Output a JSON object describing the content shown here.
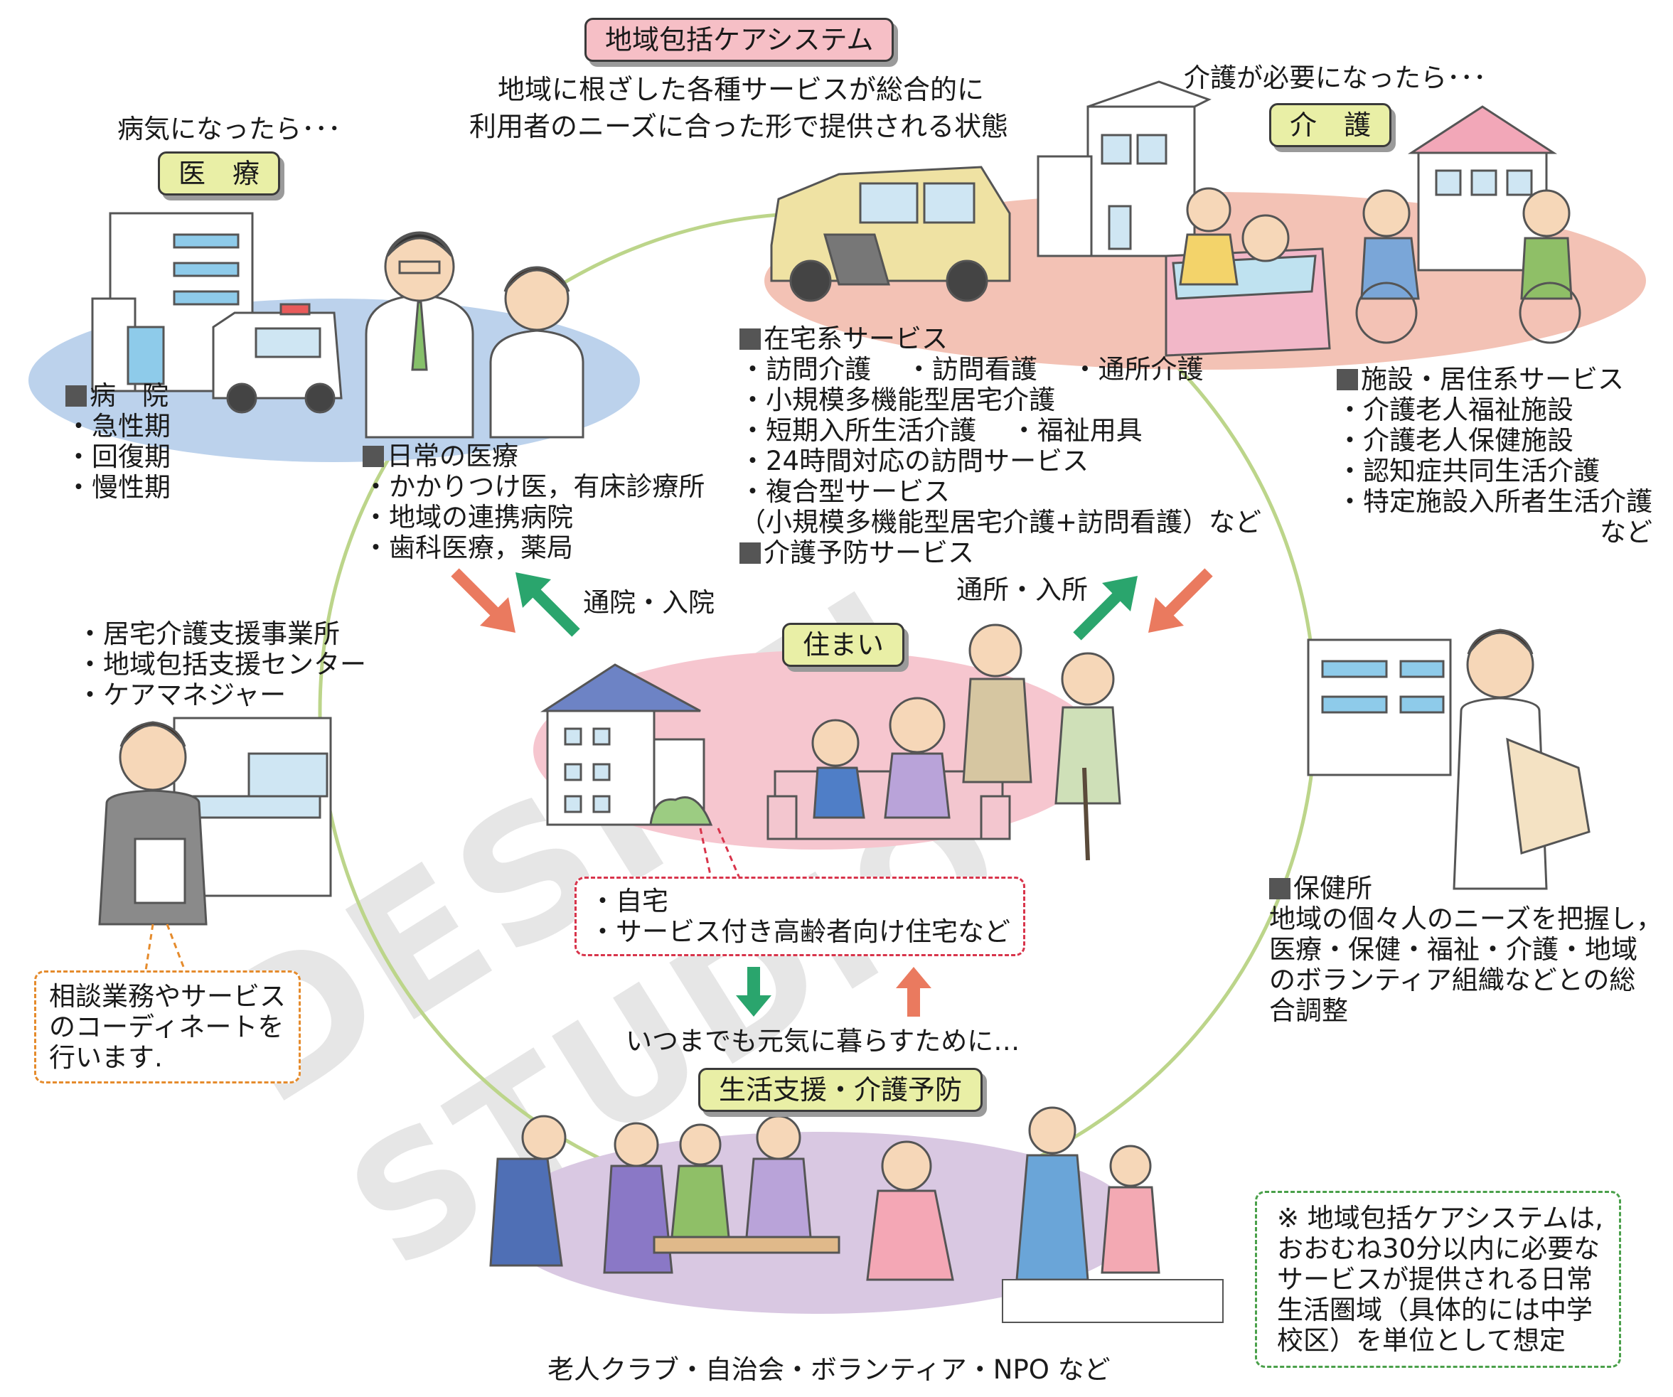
{
  "title": "地域包括ケアシステム",
  "subtitle": [
    "地域に根ざした各種サービスが総合的に",
    "利用者のニーズに合った形で提供される状態"
  ],
  "medical": {
    "lead": "病気になったら･･･",
    "badge": "医　療",
    "hospital": {
      "heading": "病　院",
      "items": [
        "・急性期",
        "・回復期",
        "・慢性期"
      ]
    },
    "daily": {
      "heading": "日常の医療",
      "items": [
        "・かかりつけ医，有床診療所",
        "・地域の連携病院",
        "・歯科医療，薬局"
      ]
    }
  },
  "care": {
    "lead": "介護が必要になったら･･･",
    "badge": "介　護",
    "home_services": {
      "heading": "在宅系サービス",
      "items": [
        "・訪問介護　 ・訪問看護　 ・通所介護",
        "・小規模多機能型居宅介護",
        "・短期入所生活介護　 ・福祉用具",
        "・24時間対応の訪問サービス",
        "・複合型サービス",
        "（小規模多機能型居宅介護+訪問看護）など"
      ]
    },
    "prevention_heading": "介護予防サービス",
    "facility": {
      "heading": "施設・居住系サービス",
      "items": [
        "・介護老人福祉施設",
        "・介護老人保健施設",
        "・認知症共同生活介護",
        "・特定施設入所者生活介護"
      ],
      "tail": "など"
    }
  },
  "flows": {
    "medical": "通院・入院",
    "care": "通所・入所"
  },
  "housing": {
    "badge": "住まい",
    "items": [
      "・自宅",
      "・サービス付き高齢者向け住宅など"
    ]
  },
  "consult": {
    "items": [
      "・居宅介護支援事業所",
      "・地域包括支援センター",
      "・ケアマネジャー"
    ],
    "note": [
      "相談業務やサービス",
      "のコーディネートを",
      "行います."
    ]
  },
  "health_center": {
    "heading": "保健所",
    "lines": [
      "地域の個々人のニーズを把握し，",
      "医療・保健・福祉・介護・地域",
      "のボランティア組織などとの総",
      "合調整"
    ]
  },
  "life": {
    "lead": "いつまでも元気に暮らすために…",
    "badge": "生活支援・介護予防",
    "bottom": "老人クラブ・自治会・ボランティア・NPO など"
  },
  "footnote": [
    "※ 地域包括ケアシステムは,",
    "おおむね30分以内に必要な",
    "サービスが提供される日常",
    "生活圏域（具体的には中学",
    "校区）を単位として想定"
  ],
  "watermark": "DESIGN STUDIO",
  "colors": {
    "circle": "#bcd58a",
    "medical_oval": "#bcd2ec",
    "care_oval": "#f3c2b5",
    "home_oval": "#f6c6cf",
    "life_oval": "#d9c8e2",
    "arrow_green": "#2aa56d",
    "arrow_red": "#ea7a5f",
    "housing_border": "#d8344b",
    "consult_border": "#e58b2c",
    "footnote_border": "#4aa04a"
  },
  "icons": [
    "hospital-icon",
    "ambulance-icon",
    "doctor-icon",
    "nurse-icon",
    "care-house-icon",
    "van-icon",
    "bath-care-icon",
    "wheelchair-icon",
    "house-icon",
    "family-sofa-icon",
    "care-manager-icon",
    "health-worker-icon",
    "seniors-activity-icon"
  ]
}
